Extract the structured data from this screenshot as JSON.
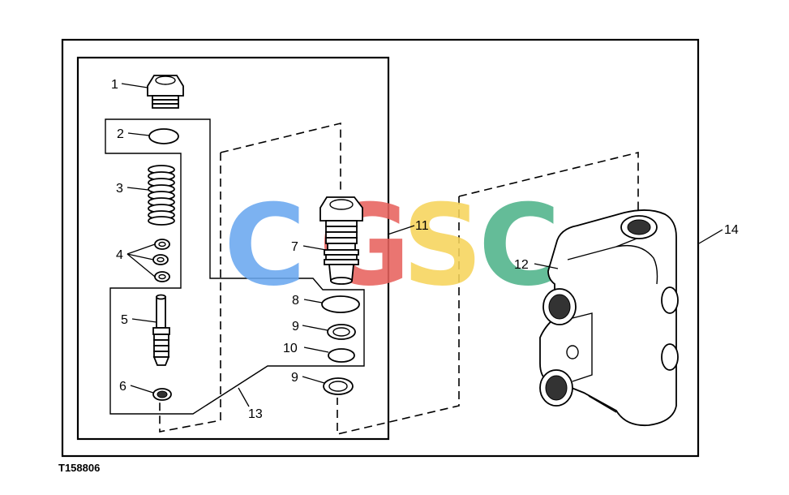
{
  "figure_id": "T158806",
  "watermark": {
    "letters": [
      "C",
      "G",
      "S",
      "C"
    ],
    "colors": [
      "#6aa8f0",
      "#e8625e",
      "#f6d45c",
      "#4fb38a"
    ]
  },
  "callouts": [
    "1",
    "2",
    "3",
    "4",
    "5",
    "6",
    "7",
    "8",
    "9",
    "10",
    "9",
    "11",
    "12",
    "13",
    "14"
  ]
}
